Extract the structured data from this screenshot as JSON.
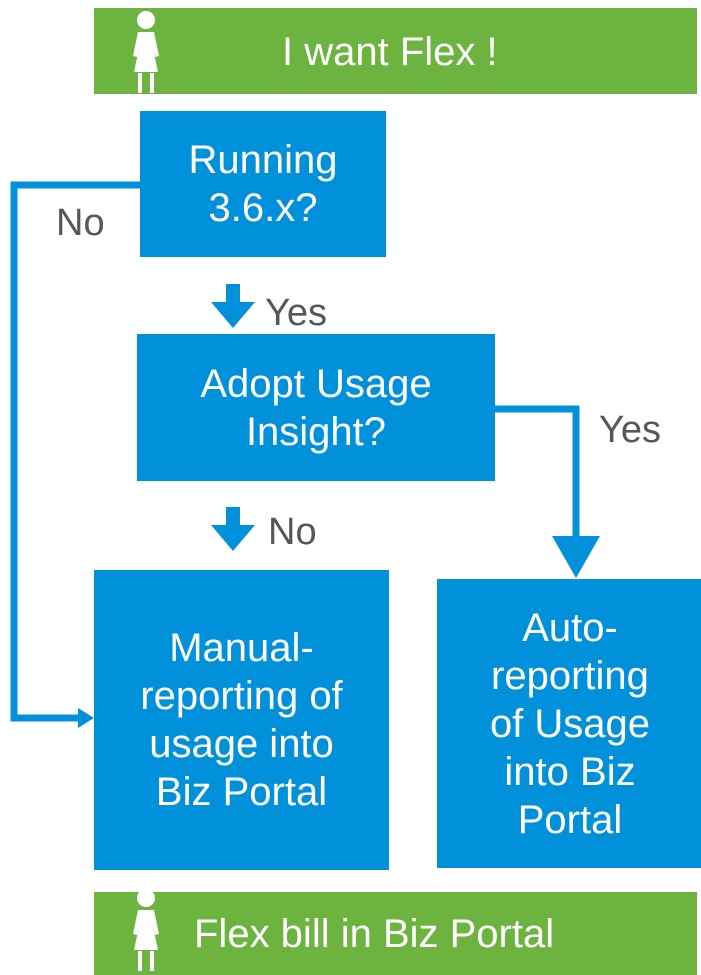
{
  "colors": {
    "green": "#6db33f",
    "blue": "#0091da",
    "label_gray": "#575757",
    "white": "#ffffff"
  },
  "icons": {
    "start_icon": "person-icon",
    "end_icon": "person-icon"
  },
  "start_bar": {
    "text": "I want Flex !"
  },
  "end_bar": {
    "text": "Flex bill in Biz Portal"
  },
  "boxes": {
    "running": "Running\n3.6.x?",
    "adopt": "Adopt Usage\nInsight?",
    "manual": "Manual-\nreporting of\nusage into\nBiz Portal",
    "auto": "Auto-\nreporting\nof  Usage\ninto Biz\nPortal"
  },
  "labels": {
    "no_left": "No",
    "yes_down": "Yes",
    "yes_right": "Yes",
    "no_down": "No"
  }
}
